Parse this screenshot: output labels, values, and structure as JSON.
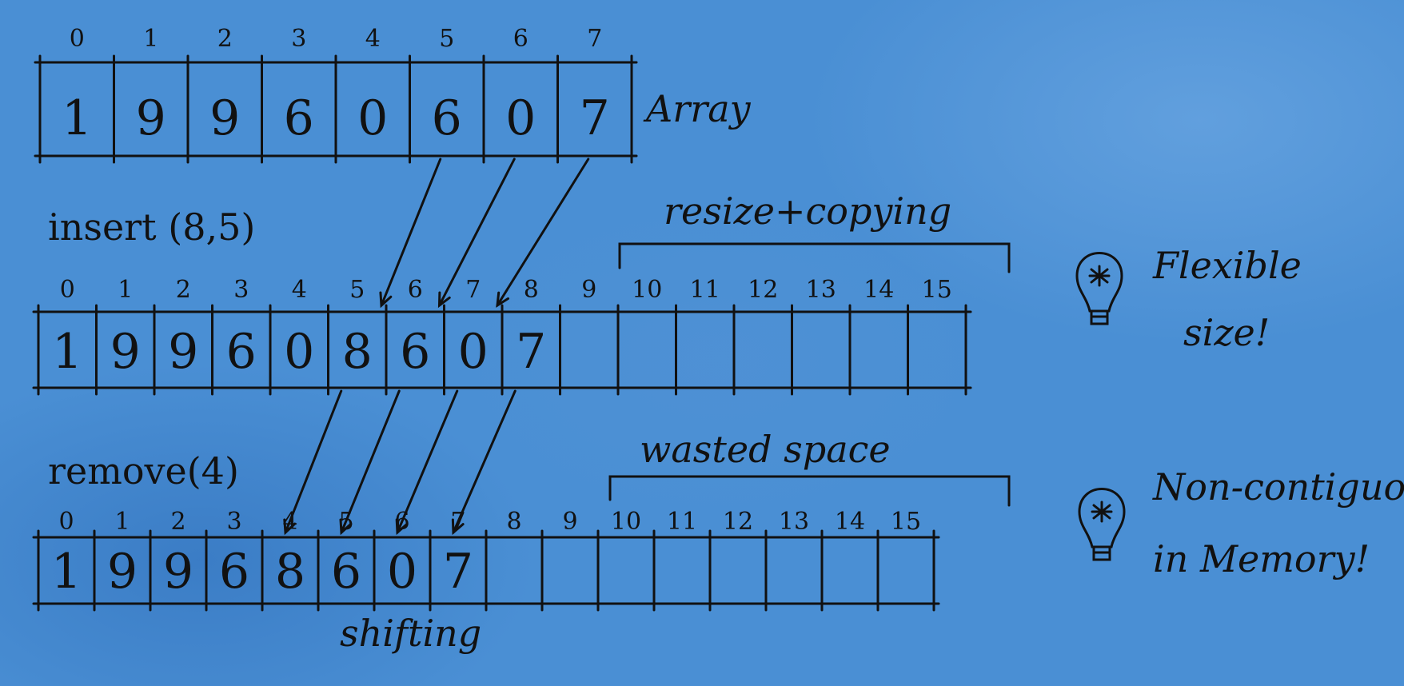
{
  "row1": {
    "label": "Array",
    "indices": [
      "0",
      "1",
      "2",
      "3",
      "4",
      "5",
      "6",
      "7"
    ],
    "values": [
      "1",
      "9",
      "9",
      "6",
      "0",
      "6",
      "0",
      "7"
    ]
  },
  "row2": {
    "operation": "insert (8,5)",
    "bracket_label": "resize+copying",
    "indices": [
      "0",
      "1",
      "2",
      "3",
      "4",
      "5",
      "6",
      "7",
      "8",
      "9",
      "10",
      "11",
      "12",
      "13",
      "14",
      "15"
    ],
    "values": [
      "1",
      "9",
      "9",
      "6",
      "0",
      "8",
      "6",
      "0",
      "7",
      "",
      "",
      "",
      "",
      "",
      "",
      ""
    ]
  },
  "row3": {
    "operation": "remove(4)",
    "bracket_label": "wasted space",
    "bottom_label": "shifting",
    "indices": [
      "0",
      "1",
      "2",
      "3",
      "4",
      "5",
      "6",
      "7",
      "8",
      "9",
      "10",
      "11",
      "12",
      "13",
      "14",
      "15"
    ],
    "values": [
      "1",
      "9",
      "9",
      "6",
      "8",
      "6",
      "0",
      "7",
      "",
      "",
      "",
      "",
      "",
      "",
      "",
      ""
    ]
  },
  "notes": {
    "note1_line1": "Flexible",
    "note1_line2": "size!",
    "note2_line1": "Non-contiguous",
    "note2_line2": "in Memory!"
  },
  "colors": {
    "ink": "#111111",
    "background": "#4a8fd4"
  },
  "icons": [
    "lightbulb-icon",
    "lightbulb-icon"
  ]
}
